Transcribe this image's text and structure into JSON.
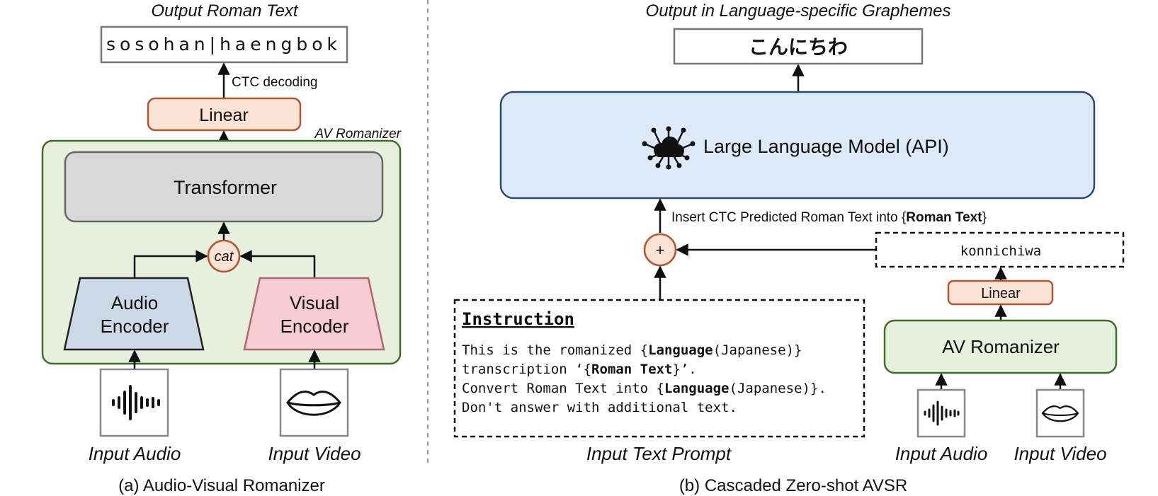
{
  "left": {
    "output_title": "Output Roman Text",
    "output_text": "sosohan|haengbok",
    "ctc_label": "CTC decoding",
    "linear": "Linear",
    "romanizer_label": "AV Romanizer",
    "transformer": "Transformer",
    "cat": "cat",
    "audio_encoder": [
      "Audio",
      "Encoder"
    ],
    "visual_encoder": [
      "Visual",
      "Encoder"
    ],
    "input_audio": "Input Audio",
    "input_video": "Input Video",
    "caption": "(a) Audio-Visual Romanizer"
  },
  "right": {
    "output_title": "Output in Language-specific Graphemes",
    "output_text": "こんにちわ",
    "llm": "Large Language Model (API)",
    "insert_prefix": "Insert CTC Predicted Roman Text into {",
    "insert_bold": "Roman Text",
    "insert_suffix": "}",
    "plus": "+",
    "romanized": "konnichiwa",
    "linear": "Linear",
    "av_romanizer": "AV Romanizer",
    "instruction_title": "Instruction",
    "instruction_lines": [
      [
        {
          "t": "This is the romanized {",
          "b": false
        },
        {
          "t": "Language",
          "b": true
        },
        {
          "t": "(Japanese)}",
          "b": false
        }
      ],
      [
        {
          "t": "transcription ‘{",
          "b": false
        },
        {
          "t": "Roman Text",
          "b": true
        },
        {
          "t": "}’.",
          "b": false
        }
      ],
      [
        {
          "t": "Convert Roman Text into {",
          "b": false
        },
        {
          "t": "Language",
          "b": true
        },
        {
          "t": "(Japanese)}.",
          "b": false
        }
      ],
      [
        {
          "t": "Don't answer with additional text.",
          "b": false
        }
      ]
    ],
    "input_prompt": "Input Text Prompt",
    "input_audio": "Input Audio",
    "input_video": "Input Video",
    "caption": "(b) Cascaded Zero-shot AVSR"
  },
  "colors": {
    "linear_fill": "#fbe3d6",
    "linear_stroke": "#b5542f",
    "romanizer_fill": "#e6f0dc",
    "romanizer_stroke": "#3f6e2a",
    "transformer_fill": "#d8d8d8",
    "audio_fill": "#ccd9e6",
    "visual_fill": "#f6cdd2",
    "visual_stroke": "#b0666e",
    "llm_fill": "#dce9f6",
    "llm_stroke": "#294b73"
  }
}
